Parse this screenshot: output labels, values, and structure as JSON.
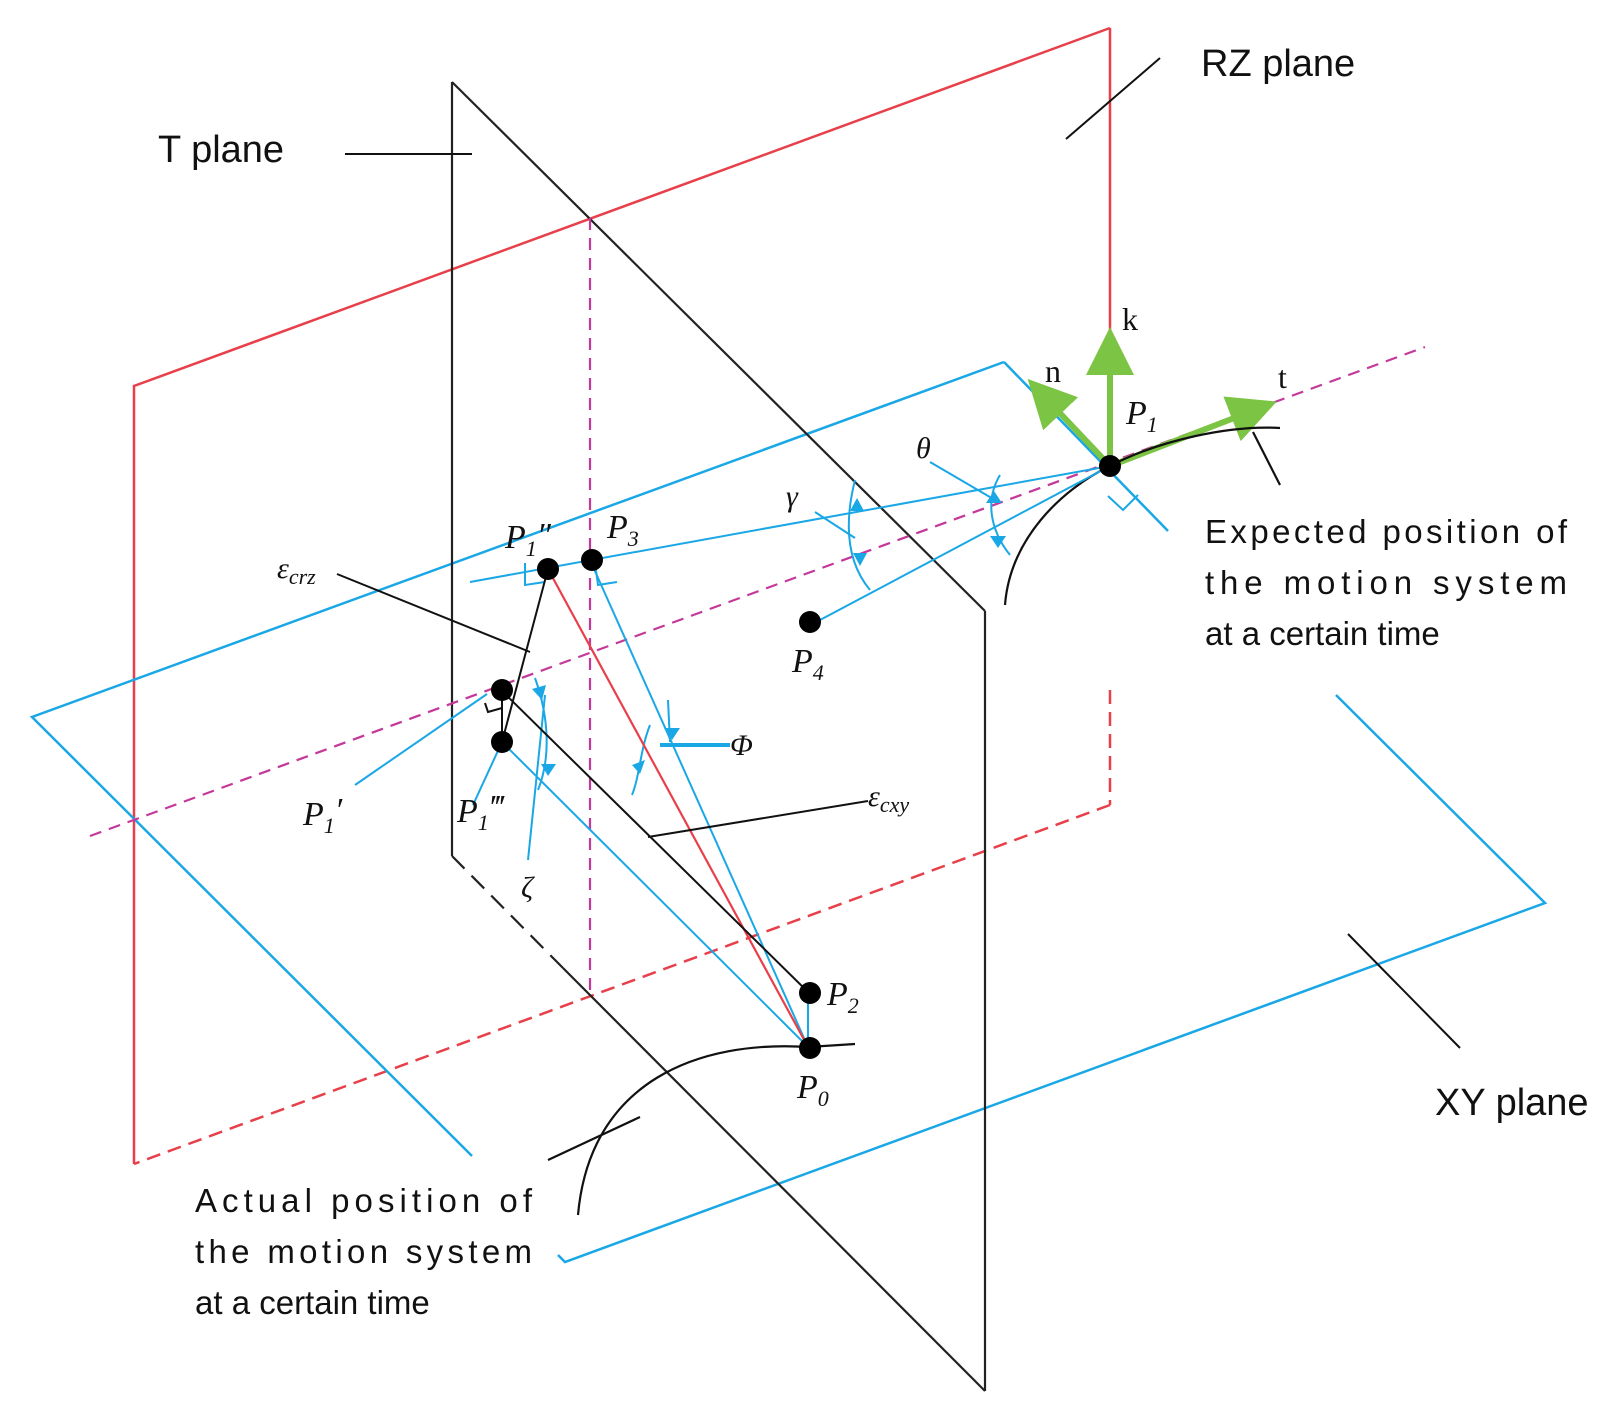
{
  "labels": {
    "rz_plane": "RZ plane",
    "t_plane": "T plane",
    "xy_plane": "XY plane",
    "expected_position": [
      "Expected position of",
      "the motion system",
      "at a certain time"
    ],
    "actual_position": [
      "Actual position of",
      "the motion system",
      "at a certain time"
    ]
  },
  "points": {
    "p1": {
      "base": "P",
      "sub": "1",
      "prime": ""
    },
    "p1_double": {
      "base": "P",
      "sub": "1",
      "prime": "″"
    },
    "p1_single": {
      "base": "P",
      "sub": "1",
      "prime": "′"
    },
    "p1_triple": {
      "base": "P",
      "sub": "1",
      "prime": "‴"
    },
    "p2": {
      "base": "P",
      "sub": "2",
      "prime": ""
    },
    "p3": {
      "base": "P",
      "sub": "3",
      "prime": ""
    },
    "p4": {
      "base": "P",
      "sub": "4",
      "prime": ""
    },
    "p0": {
      "base": "P",
      "sub": "0",
      "prime": ""
    }
  },
  "vectors": {
    "k": "k",
    "n": "n",
    "t": "t"
  },
  "angles": {
    "theta": "θ",
    "gamma": "γ",
    "phi": "Φ",
    "zeta": "ζ"
  },
  "errors": {
    "crz": {
      "base": "ε",
      "sub": "crz"
    },
    "cxy": {
      "base": "ε",
      "sub": "cxy"
    }
  },
  "colors": {
    "rz_plane": "#e8404a",
    "xy_plane": "#1aa7e6",
    "t_plane": "#222222",
    "dashed_magenta": "#c4389a",
    "frame_arrows": "#7cc443",
    "error_line": "#e8404a",
    "points": "#000000"
  }
}
